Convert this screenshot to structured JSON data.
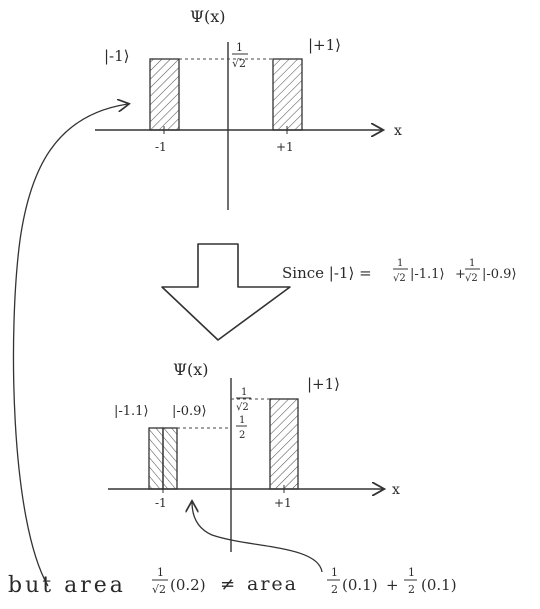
{
  "top_plot": {
    "y_axis_label": "Ψ(x)",
    "x_axis_label": "x",
    "left_ket": "|-1⟩",
    "right_ket": "|+1⟩",
    "level_label_num": "1",
    "level_label_den": "√2",
    "x_ticks": [
      "-1",
      "+1"
    ]
  },
  "arrow_note": {
    "prefix": "Since |-1⟩ =",
    "coef1_num": "1",
    "coef1_den": "√2",
    "ket1": "|-1.1⟩",
    "plus": "+",
    "coef2_num": "1",
    "coef2_den": "√2",
    "ket2": "|-0.9⟩"
  },
  "bottom_plot": {
    "y_axis_label": "Ψ(x)",
    "x_axis_label": "x",
    "left_ket_a": "|-1.1⟩",
    "left_ket_b": "|-0.9⟩",
    "right_ket": "|+1⟩",
    "level1_num": "1",
    "level1_den": "√2",
    "level2_num": "1",
    "level2_den": "2",
    "x_ticks": [
      "-1",
      "+1"
    ]
  },
  "footer": {
    "but_area": "but area",
    "lhs_num": "1",
    "lhs_den": "√2",
    "lhs_tail": "(0.2)",
    "neq": "≠",
    "area2": "area",
    "rhs1_num": "1",
    "rhs1_den": "2",
    "rhs1_tail": "(0.1)",
    "rhs_plus": "+",
    "rhs2_num": "1",
    "rhs2_den": "2",
    "rhs2_tail": "(0.1)"
  }
}
